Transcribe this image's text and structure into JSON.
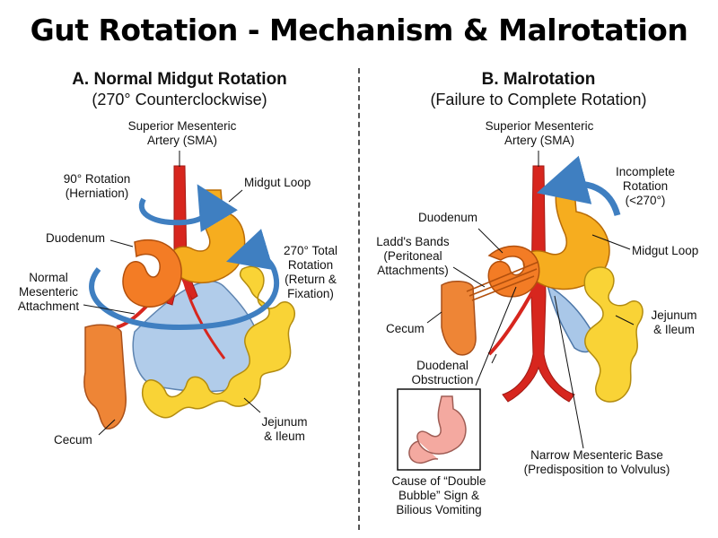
{
  "title": "Gut Rotation - Mechanism & Malrotation",
  "panel_a": {
    "heading": "A. Normal Midgut Rotation",
    "subheading": "(270° Counterclockwise)",
    "labels": {
      "sma_line1": "Superior Mesenteric",
      "sma_line2": "Artery (SMA)",
      "rot90_line1": "90° Rotation",
      "rot90_line2": "(Herniation)",
      "midgut": "Midgut Loop",
      "duodenum": "Duodenum",
      "rot270_line1": "270° Total",
      "rot270_line2": "Rotation",
      "rot270_line3": "(Return &",
      "rot270_line4": "Fixation)",
      "mes_line1": "Normal",
      "mes_line2": "Mesenteric",
      "mes_line3": "Attachment",
      "cecum": "Cecum",
      "jej_line1": "Jejunum",
      "jej_line2": "& Ileum"
    }
  },
  "panel_b": {
    "heading": "B. Malrotation",
    "subheading": "(Failure to Complete Rotation)",
    "labels": {
      "sma_line1": "Superior Mesenteric",
      "sma_line2": "Artery (SMA)",
      "inc_line1": "Incomplete",
      "inc_line2": "Rotation",
      "inc_line3": "(<270°)",
      "duodenum": "Duodenum",
      "ladd_line1": "Ladd's Bands",
      "ladd_line2": "(Peritoneal",
      "ladd_line3": "Attachments)",
      "midgut": "Midgut Loop",
      "cecum": "Cecum",
      "jej_line1": "Jejunum",
      "jej_line2": "& Ileum",
      "obs_line1": "Duodenal",
      "obs_line2": "Obstruction",
      "narrow_line1": "Narrow Mesenteric Base",
      "narrow_line2": "(Predisposition to Volvulus)",
      "cause_line1": "Cause of “Double",
      "cause_line2": "Bubble” Sign &",
      "cause_line3": "Bilious Vomiting"
    }
  },
  "colors": {
    "artery": "#d7261e",
    "stomach": "#f6ad1f",
    "duodenum": "#f37c25",
    "intestine": "#f9d336",
    "cecum": "#ee8536",
    "mesentery": "#a9c7e8",
    "arrow": "#3f7fc1",
    "inset_stomach": "#f4a9a0"
  }
}
